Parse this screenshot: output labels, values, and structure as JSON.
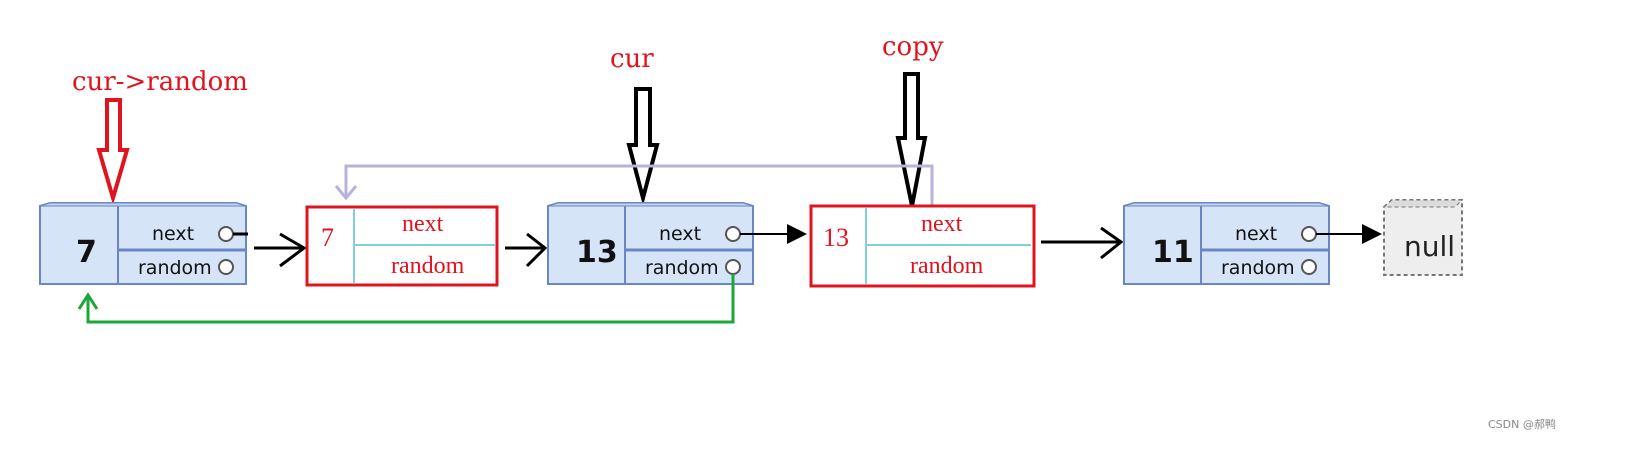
{
  "labels": {
    "cur_random": "cur->random",
    "cur": "cur",
    "copy": "copy"
  },
  "nodes": [
    {
      "value": "7",
      "next": "next",
      "random": "random"
    },
    {
      "value": "13",
      "next": "next",
      "random": "random"
    },
    {
      "value": "11",
      "next": "next",
      "random": "random"
    }
  ],
  "copies": [
    {
      "value": "7",
      "next": "next",
      "random": "random"
    },
    {
      "value": "13",
      "next": "next",
      "random": "random"
    }
  ],
  "null_label": "null",
  "watermark": "CSDN @郝鸭",
  "colors": {
    "node_fill": "#d6e4f7",
    "node_stroke": "#6b86c4",
    "copy_stroke": "#e0141e",
    "copy_divider": "#7fd0d8",
    "random_link": "#1aa83a",
    "copy_random_link": "#b9b3dc"
  }
}
